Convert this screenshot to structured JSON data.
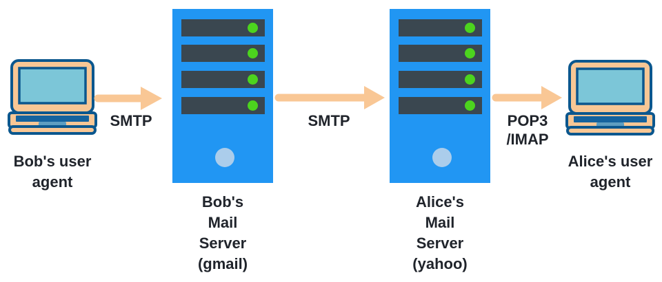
{
  "colors": {
    "background": "#ffffff",
    "text": "#20242B",
    "arrow": "#F9C795",
    "server-body": "#2196F3",
    "server-slot": "#3A4750",
    "server-led": "#4CD41E",
    "server-power": "#ABCDEB",
    "laptop-body": "#F8C795",
    "laptop-border": "#0B578E",
    "laptop-screen": "#7CC6D8",
    "laptop-keyboard": "#15639E",
    "laptop-trackpad": "#5E9EC1"
  },
  "nodes": {
    "bob_agent": {
      "label_lines": [
        "Bob's user",
        "agent"
      ]
    },
    "bob_server": {
      "label_lines": [
        "Bob's",
        "Mail",
        "Server",
        "(gmail)"
      ]
    },
    "alice_server": {
      "label_lines": [
        "Alice's",
        "Mail",
        "Server",
        "(yahoo)"
      ]
    },
    "alice_agent": {
      "label_lines": [
        "Alice's user",
        "agent"
      ]
    }
  },
  "edges": {
    "bob_to_gmail": {
      "protocol_lines": [
        "SMTP"
      ]
    },
    "gmail_to_yahoo": {
      "protocol_lines": [
        "SMTP"
      ]
    },
    "yahoo_to_alice": {
      "protocol_lines": [
        "POP3",
        "/IMAP"
      ]
    }
  }
}
